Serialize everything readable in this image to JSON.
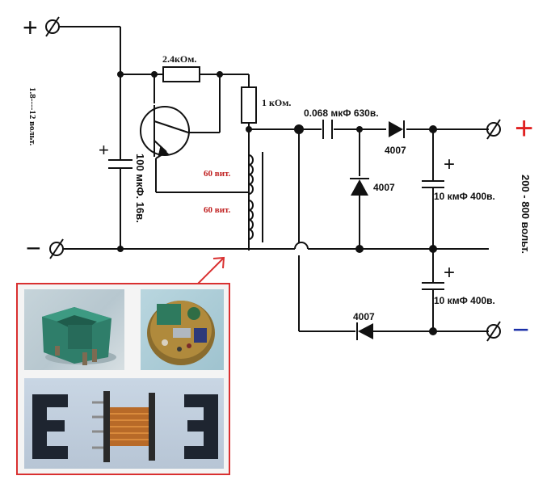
{
  "colors": {
    "wire": "#111111",
    "positive_mark": "#e02020",
    "negative_mark": "#1a2fa8",
    "winding_label": "#c02020",
    "photo_frame": "#d93030"
  },
  "terminals": {
    "input_positive": "+",
    "input_negative": "−",
    "output_positive": "+",
    "output_negative": "−"
  },
  "labels": {
    "input_range": "1.8----12 вольт.",
    "output_range": "200 - 800 вольт.",
    "r1": "2.4кОм.",
    "r2": "1 кОм.",
    "c_input": "100 мкФ. 16в.",
    "c_input_polarity": "+",
    "winding_1": "60 вит.",
    "winding_2": "60 вит.",
    "c_coupling": "0.068 мкФ 630в.",
    "diode_top": "4007",
    "diode_mid": "4007",
    "diode_bottom": "4007",
    "c_out_1": "10 кмФ 400в.",
    "c_out_2": "10 кмФ 400в.",
    "c_out_1_polarity": "+",
    "c_out_2_polarity": "+"
  },
  "photos": {
    "top_left": "transformer-photo",
    "top_right": "circuit-board-photo",
    "bottom": "disassembled-core-photo"
  }
}
